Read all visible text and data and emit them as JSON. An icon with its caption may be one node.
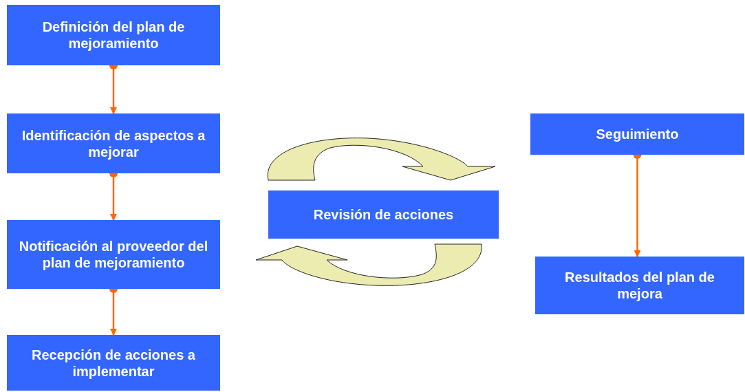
{
  "diagram": {
    "nodes": [
      {
        "text": [
          "Definición del plan de mejoramiento"
        ]
      },
      {
        "text": [
          "Identificación de aspectos a mejorar"
        ]
      },
      {
        "text": [
          "Notificación al proveedor del plan de mejoramiento"
        ]
      },
      {
        "text": [
          "Recepción de acciones a implementar"
        ]
      },
      {
        "text": [
          "Revisión de acciones"
        ]
      },
      {
        "text": [
          "Seguimiento"
        ]
      },
      {
        "text": [
          "Resultados del plan de mejora"
        ]
      }
    ],
    "edges": [
      {
        "from": 0,
        "to": 1,
        "arrow": "to"
      },
      {
        "from": 1,
        "to": 2,
        "arrow": "to"
      },
      {
        "from": 2,
        "to": 3,
        "arrow": "to"
      },
      {
        "from": 5,
        "to": 6,
        "arrow": "to"
      }
    ]
  }
}
